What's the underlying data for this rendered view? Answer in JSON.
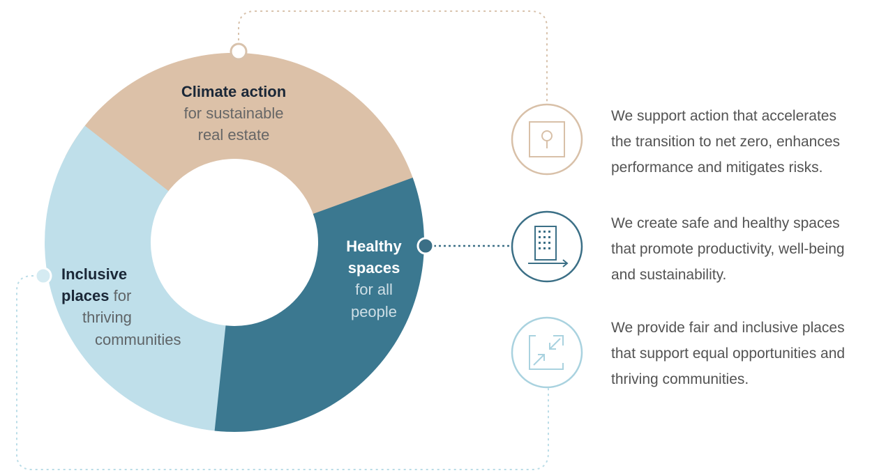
{
  "segments": [
    {
      "id": "climate",
      "title": "Climate action",
      "subtitle_line1": "for sustainable",
      "subtitle_line2": "real estate",
      "color": "#dcc1a8"
    },
    {
      "id": "healthy",
      "title_line1": "Healthy",
      "title_line2": "spaces",
      "subtitle_line1": "for all",
      "subtitle_line2": "people",
      "color": "#3b7890"
    },
    {
      "id": "inclusive",
      "title_line1": "Inclusive",
      "title_line2": "places",
      "subtitle_inline": " for",
      "subtitle_line2": "thriving",
      "subtitle_line3": "communities",
      "color": "#bfdfea"
    }
  ],
  "descriptions": [
    {
      "icon": "tree-icon",
      "accent": "#d8c0a8",
      "line1": "We support action that  accelerates",
      "line2": "the transition to net zero, enhances",
      "line3": "performance and mitigates risks."
    },
    {
      "icon": "building-icon",
      "accent": "#3b6f86",
      "line1": "We create safe and healthy spaces",
      "line2": "that promote productivity, well-being",
      "line3": "and sustainability."
    },
    {
      "icon": "arrows-inward-icon",
      "accent": "#a9d2df",
      "line1": "We provide fair and inclusive places",
      "line2": "that support equal opportunities and",
      "line3": "thriving communities."
    }
  ]
}
